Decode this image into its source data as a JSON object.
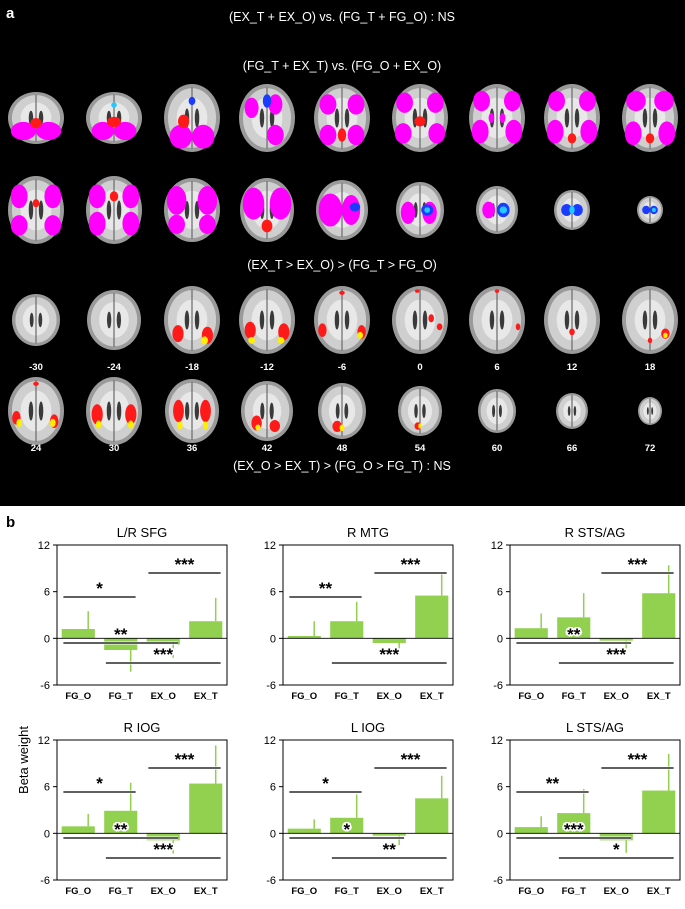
{
  "panel_a": {
    "label": "a",
    "title_1": "(EX_T + EX_O) vs. (FG_T + FG_O) : NS",
    "title_2": "(FG_T + EX_T) vs. (FG_O + EX_O)",
    "title_3": "(EX_T > EX_O) > (FG_T > FG_O)",
    "title_4": "(EX_O > EX_T) > (FG_O > FG_T) : NS",
    "slice_labels": [
      "-30",
      "-24",
      "-18",
      "-12",
      "-6",
      "0",
      "6",
      "12",
      "18",
      "24",
      "30",
      "36",
      "42",
      "48",
      "54",
      "60",
      "66",
      "72"
    ],
    "colors": {
      "red": "#ff1a1a",
      "magenta": "#ff00ff",
      "blue": "#1a3cff",
      "cyan": "#22c8ff",
      "yellow": "#ffee00"
    }
  },
  "panel_b": {
    "label": "b",
    "ylabel": "Beta weight",
    "bar_color": "#92d050"
  },
  "chart_data": [
    {
      "type": "bar",
      "title": "L/R SFG",
      "categories": [
        "FG_O",
        "FG_T",
        "EX_O",
        "EX_T"
      ],
      "values": [
        1.2,
        -1.5,
        -0.8,
        2.2
      ],
      "errors": [
        2.3,
        2.8,
        1.7,
        3.0
      ],
      "ylim": [
        -6,
        12
      ],
      "yticks": [
        "12",
        "6",
        "0",
        "-6"
      ],
      "sig": [
        {
          "pair": "FG_O-FG_T",
          "label": "*"
        },
        {
          "pair": "EX_O-EX_T",
          "label": "***"
        },
        {
          "pair": "FG_O-EX_O",
          "label": "**"
        },
        {
          "pair": "FG_T-EX_T",
          "label": "***"
        }
      ]
    },
    {
      "type": "bar",
      "title": "R MTG",
      "categories": [
        "FG_O",
        "FG_T",
        "EX_O",
        "EX_T"
      ],
      "values": [
        0.3,
        2.2,
        -0.6,
        5.5
      ],
      "errors": [
        1.9,
        2.5,
        1.5,
        3.0
      ],
      "ylim": [
        -6,
        12
      ],
      "yticks": [
        "12",
        "6",
        "0",
        "-6"
      ],
      "sig": [
        {
          "pair": "FG_O-FG_T",
          "label": "**"
        },
        {
          "pair": "EX_O-EX_T",
          "label": "***"
        },
        {
          "pair": "FG_T-EX_T",
          "label": "***"
        }
      ]
    },
    {
      "type": "bar",
      "title": "R STS/AG",
      "categories": [
        "FG_O",
        "FG_T",
        "EX_O",
        "EX_T"
      ],
      "values": [
        1.3,
        2.7,
        -0.3,
        5.8
      ],
      "errors": [
        1.9,
        3.1,
        1.7,
        3.6
      ],
      "ylim": [
        -6,
        12
      ],
      "yticks": [
        "12",
        "6",
        "0",
        "-6"
      ],
      "sig": [
        {
          "pair": "EX_O-EX_T",
          "label": "***"
        },
        {
          "pair": "FG_O-EX_O",
          "label": "**"
        },
        {
          "pair": "FG_T-EX_T",
          "label": "***"
        }
      ]
    },
    {
      "type": "bar",
      "title": "R IOG",
      "categories": [
        "FG_O",
        "FG_T",
        "EX_O",
        "EX_T"
      ],
      "values": [
        0.9,
        2.9,
        -0.9,
        6.4
      ],
      "errors": [
        1.6,
        3.6,
        1.7,
        4.9
      ],
      "ylim": [
        -6,
        12
      ],
      "yticks": [
        "12",
        "6",
        "0",
        "-6"
      ],
      "sig": [
        {
          "pair": "FG_O-FG_T",
          "label": "*"
        },
        {
          "pair": "EX_O-EX_T",
          "label": "***"
        },
        {
          "pair": "FG_O-EX_O",
          "label": "**"
        },
        {
          "pair": "FG_T-EX_T",
          "label": "***"
        }
      ]
    },
    {
      "type": "bar",
      "title": "L IOG",
      "categories": [
        "FG_O",
        "FG_T",
        "EX_O",
        "EX_T"
      ],
      "values": [
        0.6,
        2.0,
        -0.3,
        4.5
      ],
      "errors": [
        1.2,
        3.0,
        1.2,
        2.9
      ],
      "ylim": [
        -6,
        12
      ],
      "yticks": [
        "12",
        "6",
        "0",
        "-6"
      ],
      "sig": [
        {
          "pair": "FG_O-FG_T",
          "label": "*"
        },
        {
          "pair": "EX_O-EX_T",
          "label": "***"
        },
        {
          "pair": "FG_O-EX_O",
          "label": "*"
        },
        {
          "pair": "FG_T-EX_T",
          "label": "**"
        }
      ]
    },
    {
      "type": "bar",
      "title": "L STS/AG",
      "categories": [
        "FG_O",
        "FG_T",
        "EX_O",
        "EX_T"
      ],
      "values": [
        0.8,
        2.6,
        -0.9,
        5.5
      ],
      "errors": [
        1.4,
        3.1,
        1.6,
        4.7
      ],
      "ylim": [
        -6,
        12
      ],
      "yticks": [
        "12",
        "6",
        "0",
        "-6"
      ],
      "sig": [
        {
          "pair": "FG_O-FG_T",
          "label": "**"
        },
        {
          "pair": "EX_O-EX_T",
          "label": "***"
        },
        {
          "pair": "FG_O-EX_O",
          "label": "***"
        },
        {
          "pair": "FG_T-EX_T",
          "label": "*"
        }
      ]
    }
  ]
}
